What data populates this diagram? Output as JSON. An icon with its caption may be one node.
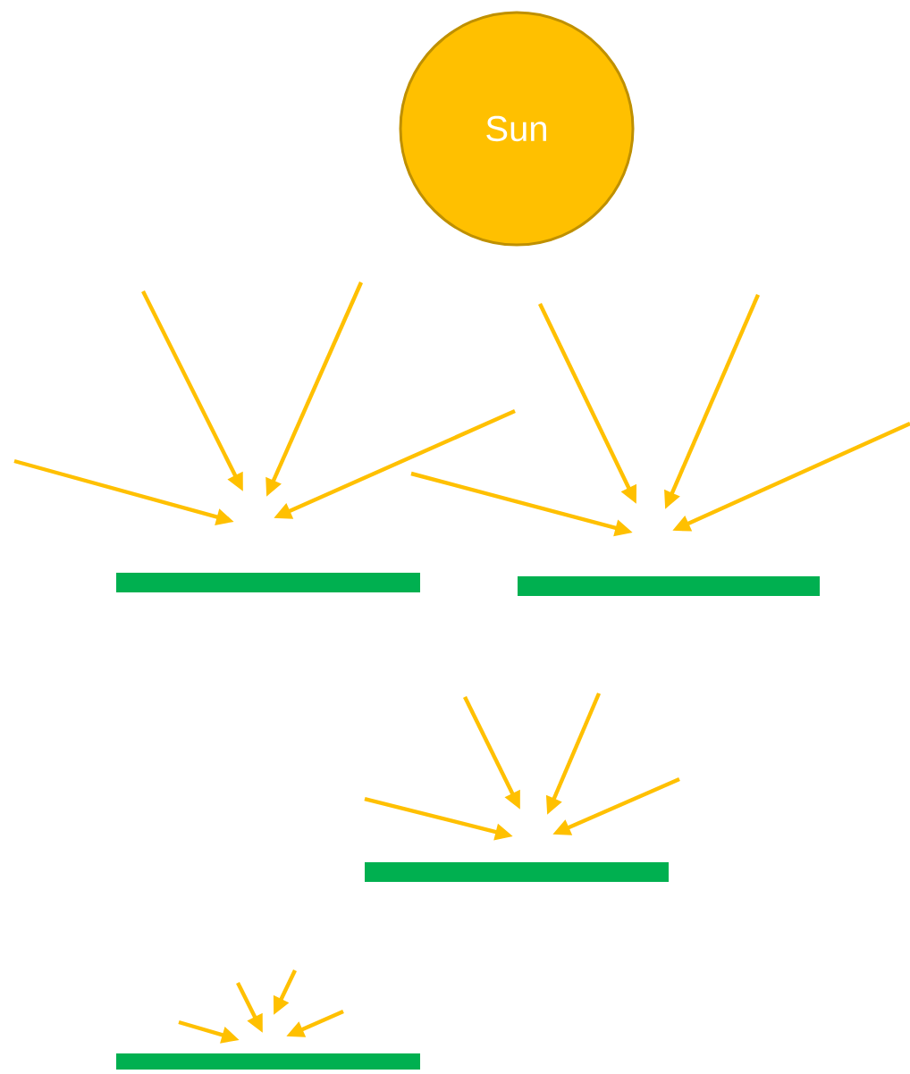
{
  "diagram": {
    "nodes": [
      {
        "text": [
          "Sun"
        ]
      },
      {
        "text": [],
        "shape": "bar"
      },
      {
        "text": [],
        "shape": "bar"
      },
      {
        "text": [],
        "shape": "bar"
      },
      {
        "text": [],
        "shape": "bar"
      }
    ]
  }
}
